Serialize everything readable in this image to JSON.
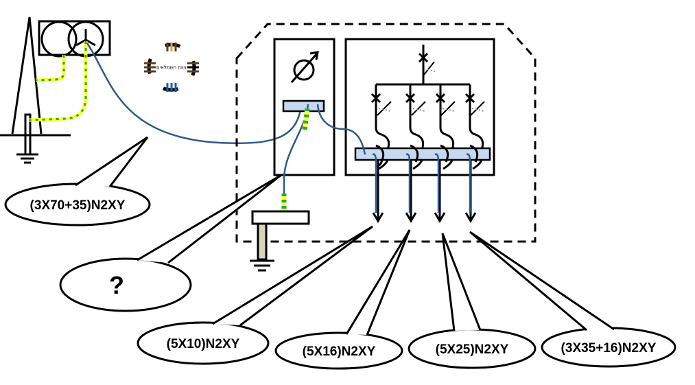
{
  "diagram": {
    "logo_text": "צוות חשמלאים",
    "labels": {
      "supply_cable": "(3X70+35)N2XY",
      "ground_cable": "?",
      "feeder_1": "(5X10)N2XY",
      "feeder_2": "(5X16)N2XY",
      "feeder_3": "(5X25)N2XY",
      "feeder_4": "(3X35+16)N2XY"
    },
    "colors": {
      "cable": "#2e5a8a",
      "busbar": "#c6d9f1",
      "earth_yellow": "#ffff33",
      "earth_green": "#22aa44",
      "ground_post": "#d9d4c0"
    }
  }
}
